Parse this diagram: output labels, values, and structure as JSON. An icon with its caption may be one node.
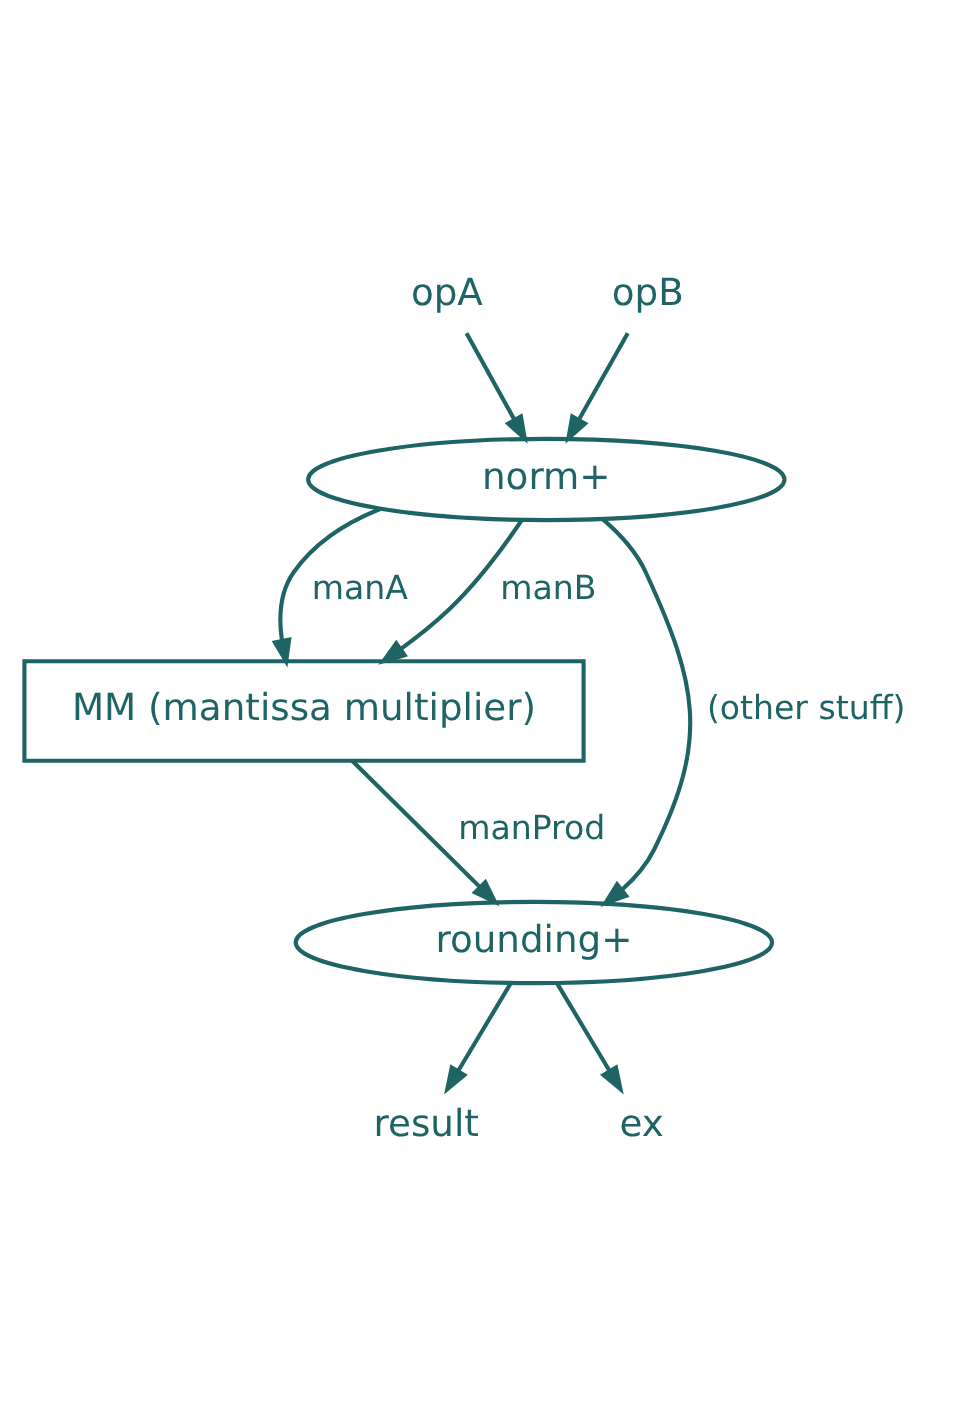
{
  "diagram": {
    "nodes": [
      {
        "text": [
          "opA"
        ]
      },
      {
        "text": [
          "opB"
        ]
      },
      {
        "text": [
          "norm+"
        ]
      },
      {
        "text": [
          "MM (mantissa multiplier)"
        ]
      },
      {
        "text": [
          "rounding+"
        ]
      },
      {
        "text": [
          "result"
        ]
      },
      {
        "text": [
          "ex"
        ]
      }
    ],
    "edges": [
      {
        "from": 0,
        "to": 2,
        "arrow": "to"
      },
      {
        "from": 1,
        "to": 2,
        "arrow": "to"
      },
      {
        "from": 2,
        "to": 3,
        "arrow": "to",
        "label": "manA"
      },
      {
        "from": 2,
        "to": 3,
        "arrow": "to",
        "label": "manB"
      },
      {
        "from": 2,
        "to": 4,
        "arrow": "to",
        "label": "(other stuff)"
      },
      {
        "from": 3,
        "to": 4,
        "arrow": "to",
        "label": "manProd"
      },
      {
        "from": 4,
        "to": 5,
        "arrow": "to"
      },
      {
        "from": 4,
        "to": 6,
        "arrow": "to"
      }
    ]
  }
}
